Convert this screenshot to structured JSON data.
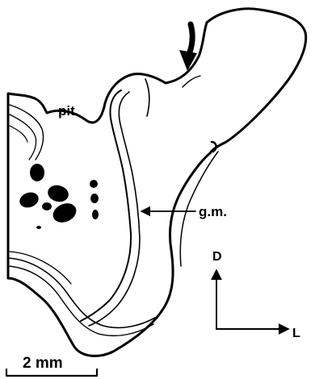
{
  "labels": {
    "pit": "pit",
    "gm": "g.m.",
    "scale": "2 mm",
    "dorsal": "D",
    "lateral": "L"
  },
  "colors": {
    "ink": "#000000",
    "paper": "#ffffff"
  }
}
